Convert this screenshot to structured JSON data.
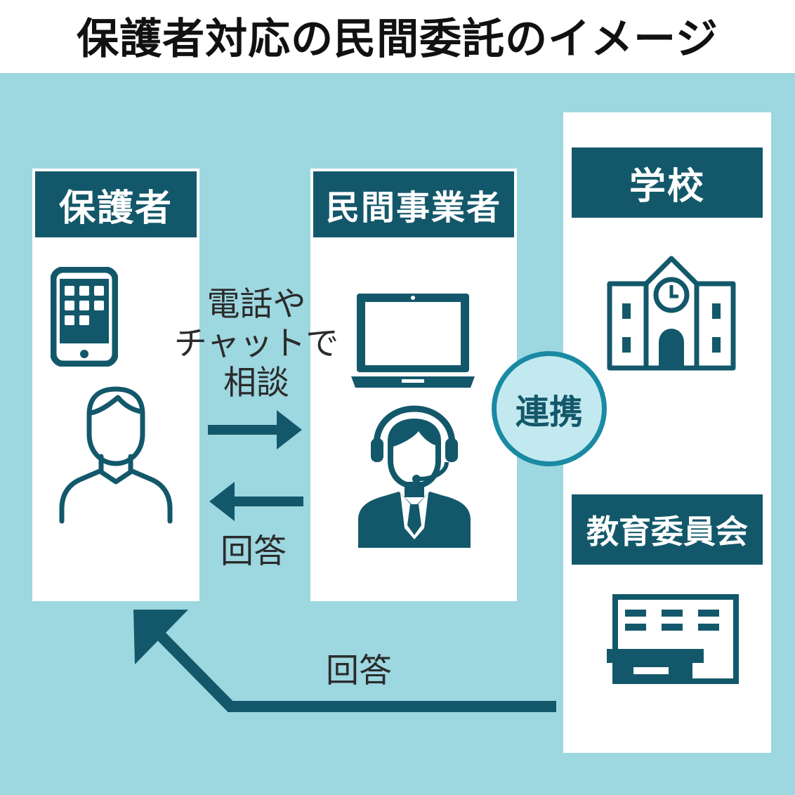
{
  "title": "保護者対応の民間委託のイメージ",
  "colors": {
    "background": "#9dd7e0",
    "header": "#13586a",
    "icon": "#13586a",
    "badge_fill": "#c3e9f0",
    "badge_border": "#1a8aa3"
  },
  "parents": {
    "heading": "保護者",
    "icons": [
      "smartphone-icon",
      "person-icon"
    ]
  },
  "contractor": {
    "heading": "民間事業者",
    "icons": [
      "laptop-icon",
      "headset-operator-icon"
    ]
  },
  "school": {
    "heading": "学校",
    "icons": [
      "school-building-icon"
    ]
  },
  "board": {
    "heading": "教育委員会",
    "icons": [
      "office-building-icon"
    ]
  },
  "flows": {
    "consult_lines": [
      "電話や",
      "チャットで",
      "相談"
    ],
    "answer_contractor": "回答",
    "answer_board": "回答",
    "cooperation": "連携"
  }
}
